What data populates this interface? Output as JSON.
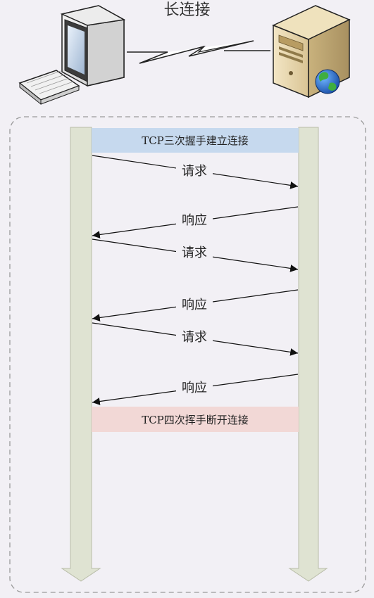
{
  "title": "长连接",
  "client_icon": "desktop-computer-icon",
  "server_icon": "web-server-icon",
  "connection_icon": "lightning-link-icon",
  "handshake_label": "TCP三次握手建立连接",
  "teardown_label": "TCP四次挥手断开连接",
  "messages": [
    {
      "label": "请求",
      "direction": "to-server"
    },
    {
      "label": "响应",
      "direction": "to-client"
    },
    {
      "label": "请求",
      "direction": "to-server"
    },
    {
      "label": "响应",
      "direction": "to-client"
    },
    {
      "label": "请求",
      "direction": "to-server"
    },
    {
      "label": "响应",
      "direction": "to-client"
    }
  ],
  "colors": {
    "background": "#f2f0f5",
    "lifeline": "#dfe3d2",
    "handshake_band": "#c6d9ee",
    "teardown_band": "#f2d8d6"
  }
}
